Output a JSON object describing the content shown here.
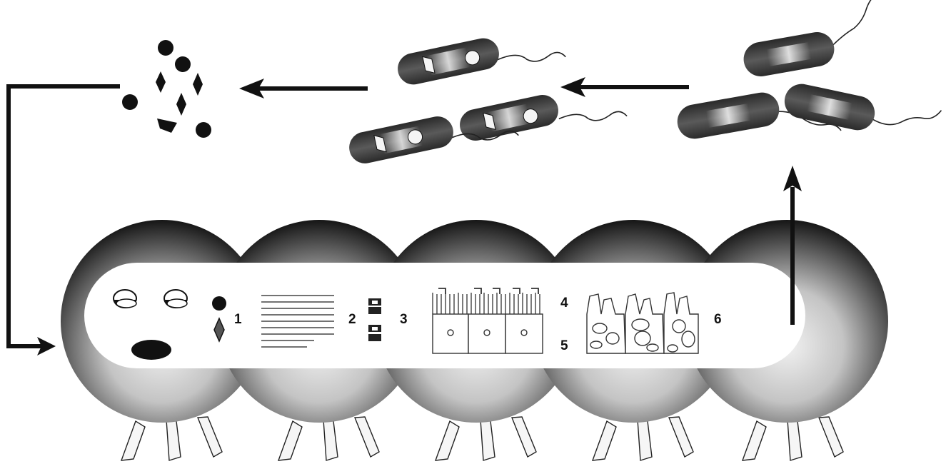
{
  "step_labels": [
    "1",
    "2",
    "3",
    "4",
    "5",
    "6"
  ],
  "colors": {
    "ink": "#111111",
    "segment_shadow": "#1a1a1a",
    "segment_highlight": "#e4e4e4",
    "bacteria_body": "#3a3a3a",
    "panel": "#ffffff"
  }
}
